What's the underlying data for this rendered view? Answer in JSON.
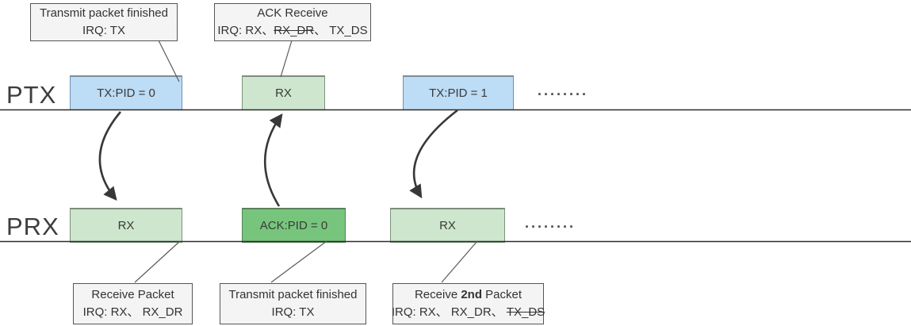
{
  "rows": {
    "ptx_label": "PTX",
    "prx_label": "PRX"
  },
  "boxes": {
    "ptx_tx0": "TX:PID = 0",
    "ptx_rx": "RX",
    "ptx_tx1": "TX:PID = 1",
    "prx_rx1": "RX",
    "prx_ack": "ACK:PID = 0",
    "prx_rx2": "RX"
  },
  "ellipsis": {
    "ptx": "........",
    "prx": "........"
  },
  "callouts": {
    "transmit_finished_top": {
      "title": "Transmit packet finished",
      "irq": "IRQ: TX"
    },
    "ack_receive": {
      "title": "ACK Receive",
      "irq_prefix": "IRQ: RX、",
      "irq_struck": "RX_DR",
      "irq_suffix": "、 TX_DS"
    },
    "receive_packet": {
      "title": "Receive Packet",
      "irq": "IRQ: RX、 RX_DR"
    },
    "transmit_finished_bottom": {
      "title": "Transmit packet finished",
      "irq": "IRQ: TX"
    },
    "receive_2nd_packet": {
      "title_prefix": "Receive ",
      "title_bold": "2nd",
      "title_suffix": " Packet",
      "irq_prefix": "IRQ: RX、 RX_DR、 ",
      "irq_struck": "TX_DS",
      "irq_suffix": ""
    }
  },
  "colors": {
    "tx_box_fill": "#bddcf5",
    "rx_box_fill": "#cde6cd",
    "ack_box_fill": "#77c57c",
    "callout_fill": "#f4f4f4",
    "timeline_line": "#2b2b2b",
    "arrow": "#383838",
    "connector": "#595959",
    "text": "#3f3f3f"
  }
}
